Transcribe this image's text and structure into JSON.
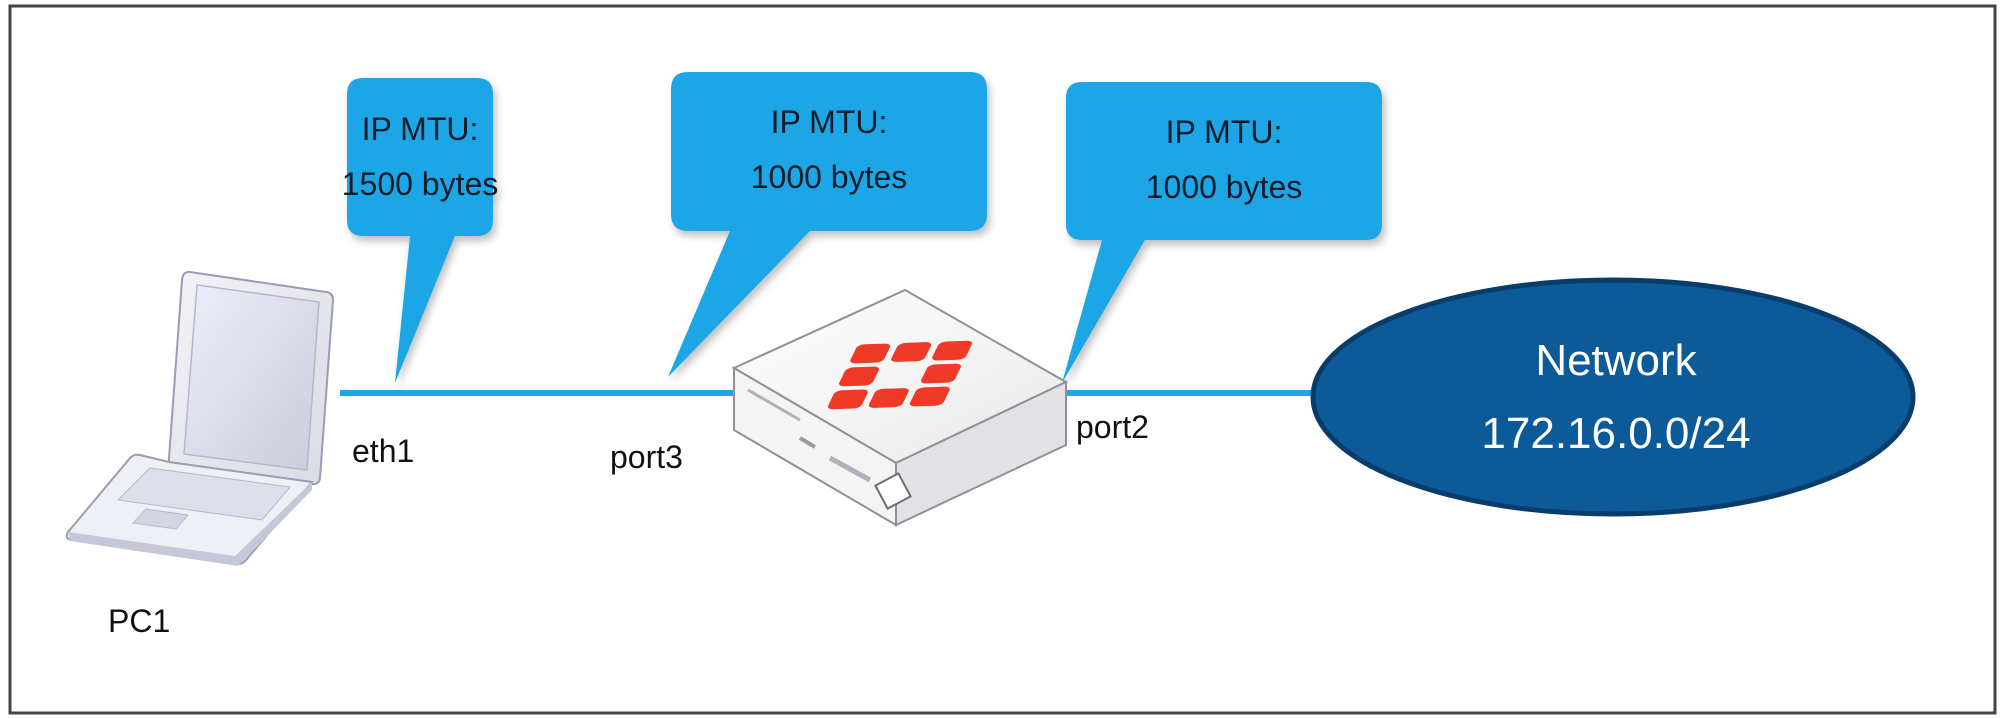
{
  "colors": {
    "callout_fill": "#1fa6e6",
    "callout_text": "#0a1a2a",
    "link_line": "#1ea6ea",
    "network_fill": "#0d5a98",
    "network_stroke": "#083d6b",
    "network_text": "#ffffff",
    "firewall_logo": "#ee3a26",
    "frame": "#444444"
  },
  "callouts": [
    {
      "line1": "IP MTU:",
      "line2": "1500 bytes"
    },
    {
      "line1": "IP MTU:",
      "line2": "1000 bytes"
    },
    {
      "line1": "IP MTU:",
      "line2": "1000 bytes"
    }
  ],
  "labels": {
    "pc": "PC1",
    "pc_interface": "eth1",
    "firewall_in": "port3",
    "firewall_out": "port2"
  },
  "network": {
    "title": "Network",
    "subnet": "172.16.0.0/24"
  },
  "icons": {
    "pc": "laptop-icon",
    "firewall": "fortigate-firewall-icon",
    "network": "network-cloud-ellipse"
  }
}
